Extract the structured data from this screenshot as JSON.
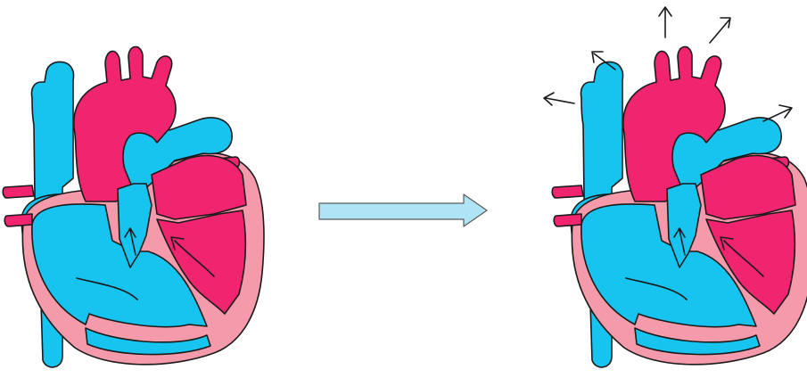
{
  "diagram": {
    "panels": [
      {
        "id": "before",
        "description": "heart-before-contraction"
      },
      {
        "id": "after",
        "description": "heart-after-contraction"
      }
    ],
    "transition": {
      "icon": "right-arrow-icon"
    },
    "colors": {
      "deoxygenated": "#16c4ef",
      "oxygenated": "#f0246f",
      "wall": "#f49aaa",
      "outline": "#1a1a1a",
      "arrow_fill": "#aee4f6",
      "arrow_stroke": "#5a5a5a",
      "background": "#ffffff"
    }
  }
}
